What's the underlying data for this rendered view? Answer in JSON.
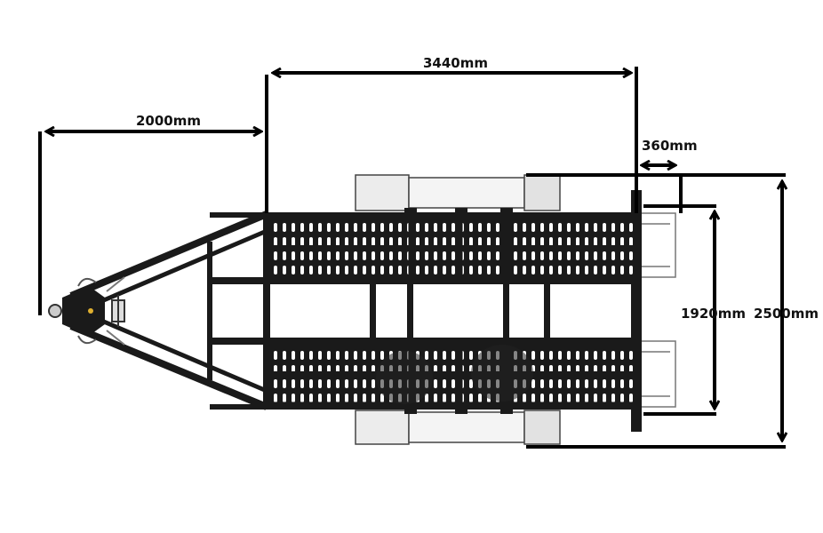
{
  "colors": {
    "frame": "#1a1a1a",
    "dimension": "#000000",
    "fender": "#e6e6e6",
    "deck_hole": "#ffffff"
  },
  "dimensions": {
    "drawbar_length": "2000mm",
    "deck_length": "3440mm",
    "overhang": "360mm",
    "deck_width": "1920mm",
    "overall_width": "2500mm"
  },
  "icons": {
    "hitch": "coupling-head-icon",
    "jockey_wheel": "jockey-wheel-icon"
  }
}
